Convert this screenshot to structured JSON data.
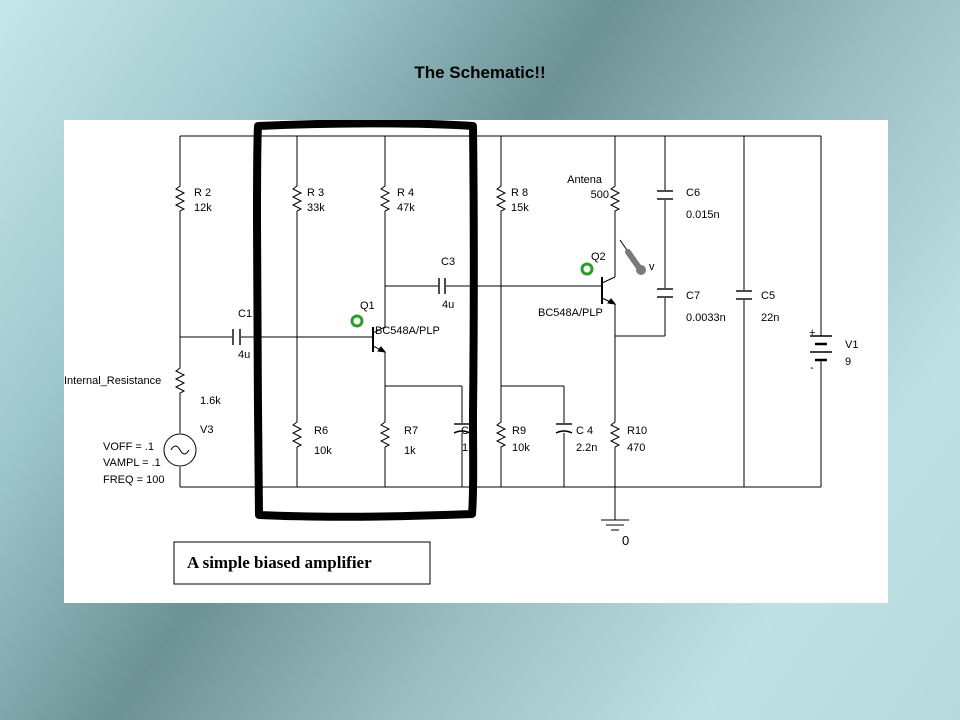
{
  "slide": {
    "title": "The Schematic!!"
  },
  "caption": "A simple biased amplifier",
  "components": {
    "r2": {
      "name": "R 2",
      "value": "12k"
    },
    "r3": {
      "name": "R 3",
      "value": "33k"
    },
    "r4": {
      "name": "R 4",
      "value": "47k"
    },
    "r8": {
      "name": "R 8",
      "value": "15k"
    },
    "antena": {
      "name": "Antena",
      "value": "500"
    },
    "c6": {
      "name": "C6",
      "value": "0.015n"
    },
    "c3": {
      "name": "C3",
      "value": "4u"
    },
    "c1": {
      "name": "C1",
      "value": "4u"
    },
    "q1": {
      "name": "Q1",
      "model": "BC548A/PLP"
    },
    "q2": {
      "name": "Q2",
      "model": "BC548A/PLP"
    },
    "probe": {
      "label": "v"
    },
    "c7": {
      "name": "C7",
      "value": "0.0033n"
    },
    "c5": {
      "name": "C5",
      "value": "22n"
    },
    "v1": {
      "name": "V1",
      "value": "9",
      "plus": "+",
      "minus": "-"
    },
    "internal_resistance": {
      "name": "Internal_Resistance",
      "value": "1.6k"
    },
    "r6": {
      "name": "R6",
      "value": "10k"
    },
    "r7": {
      "name": "R7",
      "value": "1k"
    },
    "c_hidden": {
      "name": "C",
      "value": "1 u"
    },
    "r9": {
      "name": "R9",
      "value": "10k"
    },
    "c4": {
      "name": "C 4",
      "value": "2.2n"
    },
    "r10": {
      "name": "R10",
      "value": "470"
    },
    "v3": {
      "name": "V3",
      "voff": "VOFF = .1",
      "vampl": "VAMPL = .1",
      "freq": "FREQ = 100"
    },
    "ground": {
      "label": "0"
    }
  }
}
